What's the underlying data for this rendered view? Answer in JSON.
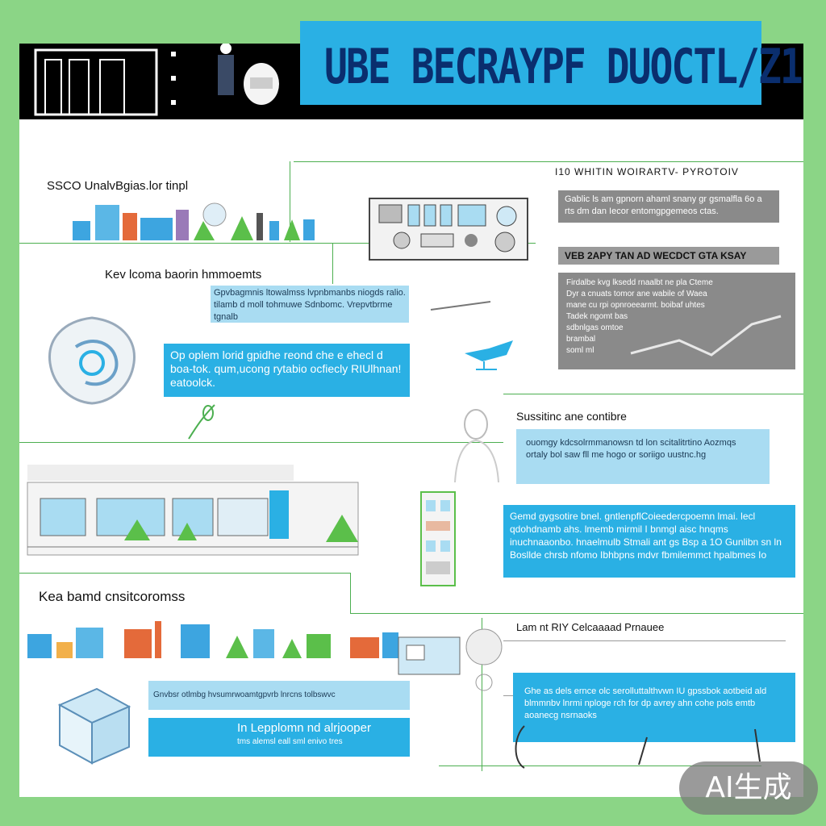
{
  "header": {
    "title": "UBE BECRAYPF DUOCTL/Z1"
  },
  "left_column": {
    "section_1": "SSCO UnalvBgias.lor tinpl",
    "section_2": "Kev lcoma baorin hmmoemts",
    "callout_small": "Gpvbagmnis ltowalmss lvpnbmanbs niogds ralio. tilamb d moll tohmuwe Sdnbomc. Vrepvtbrme tgnalb",
    "callout_main": "Op oplem lorid gpidhe reond che e ehecl d boa-tok. qum,ucong rytabio ocfiecly RIUlhnan! eatoolck.",
    "section_3": "Kea bamd cnsitcoromss",
    "bottom_strip": "Gnvbsr otlmbg hvsumrwoamtgpvrb lnrcns tolbswvc",
    "bottom_callout_title": "In Lepplomn nd alrjooper",
    "bottom_callout_sub": "tms alemsl eall sml enivo tres"
  },
  "right_column": {
    "heading": "I10 WHITIN WOIRARTV- PYROTOIV",
    "gray_box_text": "Gablic ls am gpnorn ahaml snany gr gsmalfla 6o a rts dm dan Iecor entomgpgemeos ctas.",
    "gray_banner": "VEB 2APY TAN AD WECDCT GTA KSAY",
    "gray_panel_lines": [
      "Firdalbe kvg lksedd rnaalbt ne pla Cteme",
      "Dyr a cnuats tomor ane wabile of Waea",
      "mane cu rpi opnroeearmt. boibaf uhtes",
      "Tadek ngomt bas",
      "sdbnlgas omtoe",
      "brambal",
      "soml ml"
    ],
    "section_4": "Sussitinc ane contibre",
    "light_box_text": "ouomgy kdcsolrmmanowsn td lon scitalitrtino Aozmqs ortaly bol saw fll me hogo or soriigo uustnc.hg",
    "blue_box_text": "Gemd gygsotire bnel. gntlenpflCoieedercpoemn lmai. lecl qdohdnamb ahs. lmemb mirmil I bnmgl aisc hnqms inuchnaaonbo. hnaelmulb Stmali ant gs Bsp a 1O Gunlibn sn ln Bosllde chrsb nfomo Ibhbpns mdvr fbmilemmct hpalbmes Io",
    "section_5": "Lam nt RIY Celcaaaad Prnauee",
    "bottom_blue_text": "Ghe as dels ernce olc serolluttalthvwn IU gpssbok aotbeid ald blmmnbv lnrmi nploge rch for dp avrey ahn cohe pols emtb aoanecg nsrnaoks"
  },
  "watermark": "AI生成",
  "colors": {
    "background": "#8bd586",
    "accent_blue": "#2ab0e4",
    "title_text": "#0a2e6e",
    "connector_green": "#4caf50",
    "panel_gray": "#8a8a8a"
  }
}
